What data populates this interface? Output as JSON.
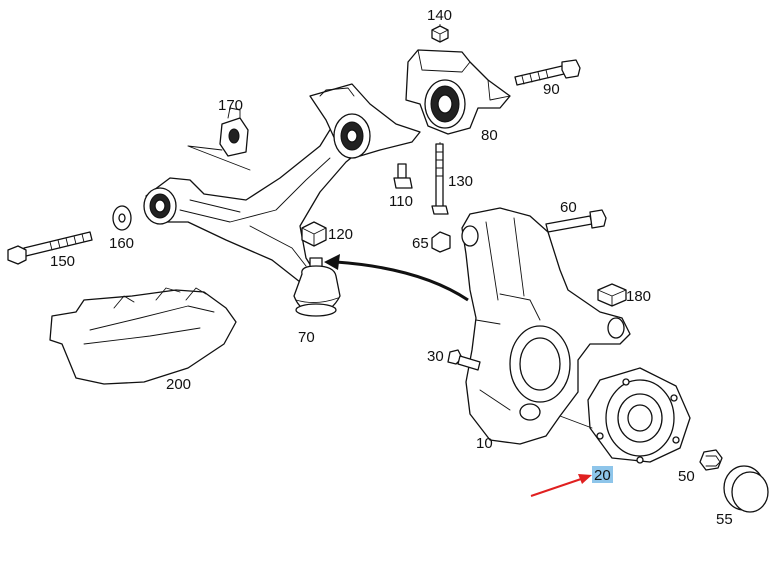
{
  "diagram": {
    "highlight_color": "#8ec5ea",
    "pointer_arrow_color": "#e02020",
    "parts": [
      {
        "id": "p140",
        "label": "140"
      },
      {
        "id": "p90",
        "label": "90"
      },
      {
        "id": "p80",
        "label": "80"
      },
      {
        "id": "p170",
        "label": "170"
      },
      {
        "id": "p130",
        "label": "130"
      },
      {
        "id": "p110",
        "label": "110"
      },
      {
        "id": "p60",
        "label": "60"
      },
      {
        "id": "p120",
        "label": "120"
      },
      {
        "id": "p65",
        "label": "65"
      },
      {
        "id": "p160",
        "label": "160"
      },
      {
        "id": "p150",
        "label": "150"
      },
      {
        "id": "p180",
        "label": "180"
      },
      {
        "id": "p70",
        "label": "70"
      },
      {
        "id": "p30",
        "label": "30"
      },
      {
        "id": "p200",
        "label": "200"
      },
      {
        "id": "p10",
        "label": "10"
      },
      {
        "id": "p20",
        "label": "20",
        "highlighted": true
      },
      {
        "id": "p50",
        "label": "50"
      },
      {
        "id": "p55",
        "label": "55"
      }
    ]
  }
}
